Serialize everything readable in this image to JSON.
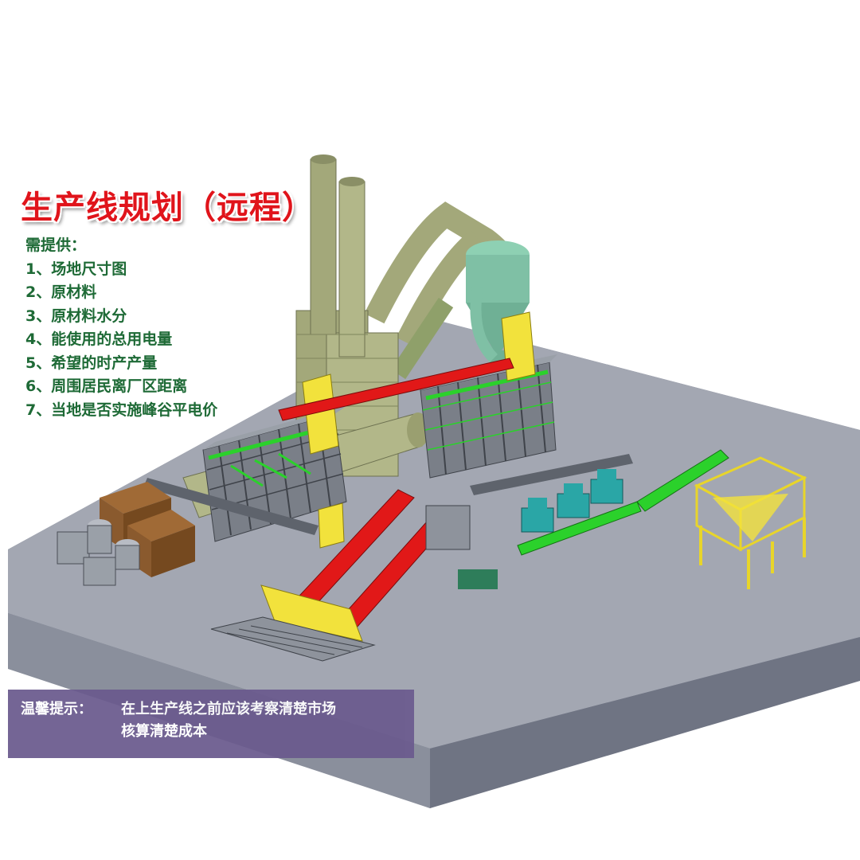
{
  "title": "生产线规划（远程）",
  "requirements": {
    "heading": "需提供：",
    "items": [
      "1、场地尺寸图",
      "2、原材料",
      "3、原材料水分",
      "4、能使用的总用电量",
      "5、希望的时产产量",
      "6、周围居民离厂区距离",
      "7、当地是否实施峰谷平电价"
    ]
  },
  "tip": {
    "label": "温馨提示：",
    "line1": "在上生产线之前应该考察清楚市场",
    "line2": "核算清楚成本"
  },
  "colors": {
    "floor_top": "#a3a7b2",
    "floor_side": "#7b8090",
    "chimney": "#a3a87a",
    "cyclone": "#7fc0a5",
    "conveyor_red": "#e11818",
    "conveyor_green": "#2bd12b",
    "hopper_yellow": "#f2e23c",
    "pellet_mill": "#2aa6a6",
    "dryer_box": "#8a5a2e",
    "title_red": "#e0141b",
    "text_green": "#1e6a36",
    "tip_bg": "#6a5a8e"
  }
}
